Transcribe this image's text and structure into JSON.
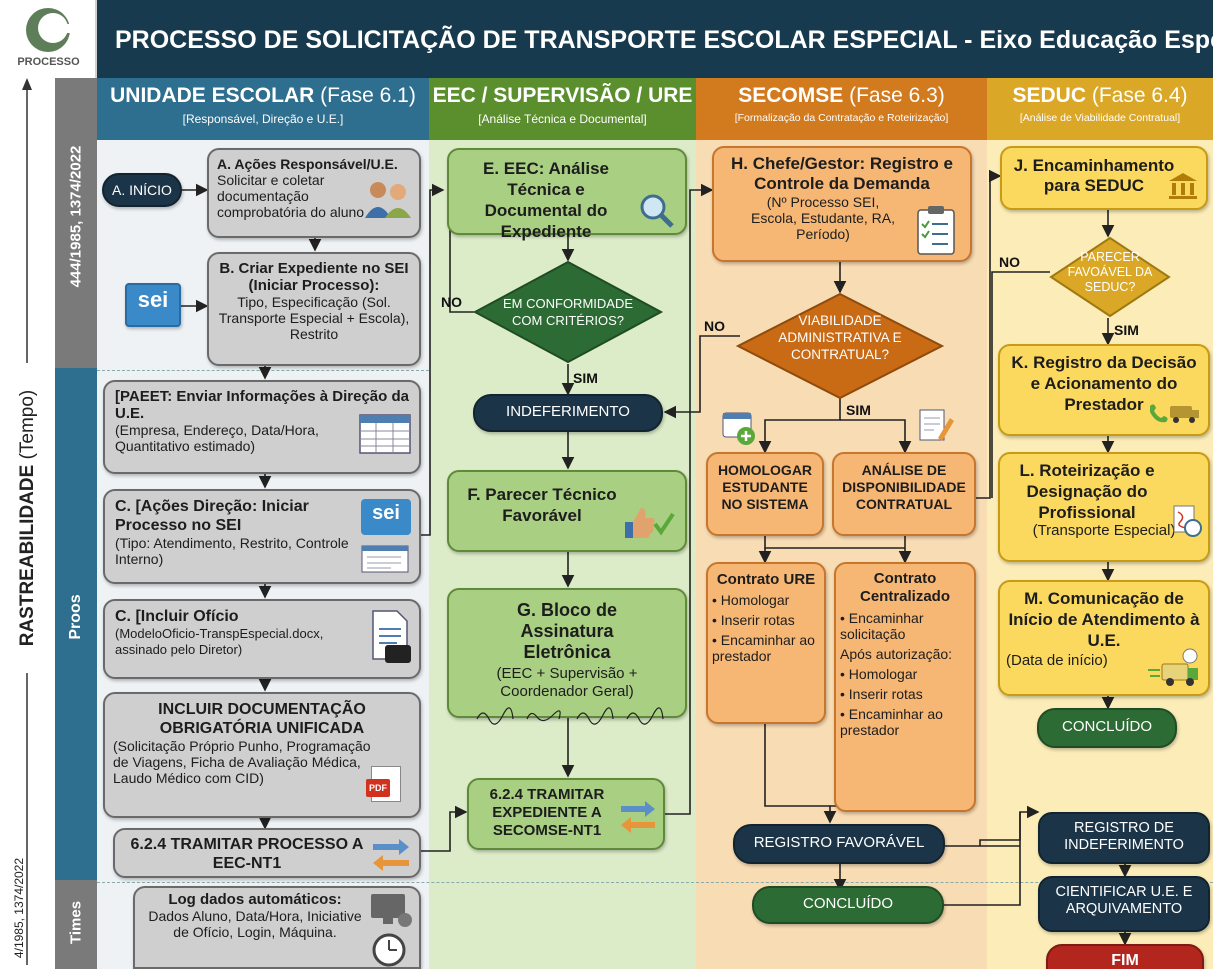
{
  "header": {
    "logo_text": "PROCESSO",
    "title": "PROCESSO DE SOLICITAÇÃO DE TRANSPORTE ESCOLAR ESPECIAL - Eixo Educação Especial"
  },
  "side": {
    "axis_label_bold": "RASTREABILIDADE",
    "axis_label_rest": "(Tempo)",
    "band1": "444/1985, 1374/2022",
    "band2": "Proos",
    "band3": "Times",
    "band3_sub": "4/1985, 1374/2022"
  },
  "lanes": {
    "ue": {
      "title": "UNIDADE ESCOLAR",
      "phase": "(Fase 6.1)",
      "sub": "[Responsável, Direção e U.E.]"
    },
    "eec": {
      "title": "EEC / SUPERVISÃO / URE",
      "sub": "[Análise Técnica e Documental]"
    },
    "secomse": {
      "title": "SECOMSE",
      "phase": "(Fase 6.3)",
      "sub": "[Formalização da Contratação e Roteirização]"
    },
    "seduc": {
      "title": "SEDUC",
      "phase": "(Fase 6.4)",
      "sub": "[Análise de Viabilidade Contratual]"
    }
  },
  "ue": {
    "inicio": "A. INÍCIO",
    "a_title": "A. Ações Responsável/U.E.",
    "a_text": "Solicitar e coletar documentação comprobatória do aluno",
    "sei1": "sei",
    "b_title": "B. Criar Expediente no SEI (Iniciar Processo):",
    "b_text": "Tipo, Especificação (Sol. Transporte Especial + Escola), Restrito",
    "paeet_title": "[PAEET: Enviar Informações à Direção da U.E.",
    "paeet_text": "(Empresa, Endereço, Data/Hora, Quantitativo estimado)",
    "c1_title": "C. [Ações Direção: Iniciar Processo no SEI",
    "c1_text": "(Tipo: Atendimento, Restrito, Controle Interno)",
    "sei2": "sei",
    "c2_title": "C. [Incluir Ofício",
    "c2_text": "(ModeloOficio-TranspEspecial.docx, assinado pelo Diretor)",
    "doc_title": "INCLUIR DOCUMENTAÇÃO OBRIGATÓRIA UNIFICADA",
    "doc_text": "(Solicitação Próprio Punho, Programação de Viagens, Ficha de Avaliação Médica, Laudo Médico com CID)",
    "pdf": "PDF",
    "tramitar": "6.2.4 TRAMITAR PROCESSO A EEC-NT1",
    "log_title": "Log dados automáticos:",
    "log_text": "Dados Aluno, Data/Hora, Iniciative de Ofício, Login, Máquina."
  },
  "eec": {
    "e_title": "E. EEC: Análise Técnica e Documental do Expediente",
    "decision": "EM CONFORMIDADE COM CRITÉRIOS?",
    "no": "NO",
    "sim": "SIM",
    "indeferimento": "INDEFERIMENTO",
    "f_title": "F. Parecer Técnico Favorável",
    "g_title": "G. Bloco de Assinatura Eletrônica",
    "g_text": "(EEC + Supervisão + Coordenador Geral)",
    "tramitar": "6.2.4 TRAMITAR EXPEDIENTE A SECOMSE-NT1"
  },
  "secomse": {
    "h_title": "H. Chefe/Gestor: Registro e Controle da Demanda",
    "h_text": "(Nº Processo SEI, Escola, Estudante, RA, Período)",
    "decision": "VIABILIDADE ADMINISTRATIVA E CONTRATUAL?",
    "no": "NO",
    "sim": "SIM",
    "homologar": "HOMOLOGAR ESTUDANTE NO SISTEMA",
    "analise": "ANÁLISE DE DISPONIBILIDADE CONTRATUAL",
    "ure_title": "Contrato URE",
    "ure_items": [
      "Homologar",
      "Inserir rotas",
      "Encaminhar ao prestador"
    ],
    "cent_title": "Contrato Centralizado",
    "cent_item1": "Encaminhar solicitação",
    "cent_after": "Após autorização:",
    "cent_items": [
      "Homologar",
      "Inserir rotas",
      "Encaminhar ao prestador"
    ],
    "registro": "REGISTRO FAVORÁVEL",
    "concluido": "CONCLUÍDO"
  },
  "seduc": {
    "j_title": "J. Encaminhamento para SEDUC",
    "decision": "PARECER FAVOÁVEL DA SEDUC?",
    "no": "NO",
    "sim": "SIM",
    "k_title": "K. Registro da Decisão e Acionamento do Prestador",
    "l_title": "L. Roteirização e Designação do Profissional",
    "l_text": "(Transporte Especial)",
    "m_title": "M. Comunicação de Início de Atendimento à U.E.",
    "m_text": "(Data de início)",
    "concluido": "CONCLUÍDO",
    "reg_indef": "REGISTRO DE INDEFERIMENTO",
    "cientificar": "CIENTIFICAR U.E. E ARQUIVAMENTO",
    "fim": "FIM"
  },
  "colors": {
    "header": "#173a4e",
    "ue": "#2e6e8e",
    "eec": "#5b8f2e",
    "secomse": "#d27a1e",
    "seduc": "#dba726"
  }
}
